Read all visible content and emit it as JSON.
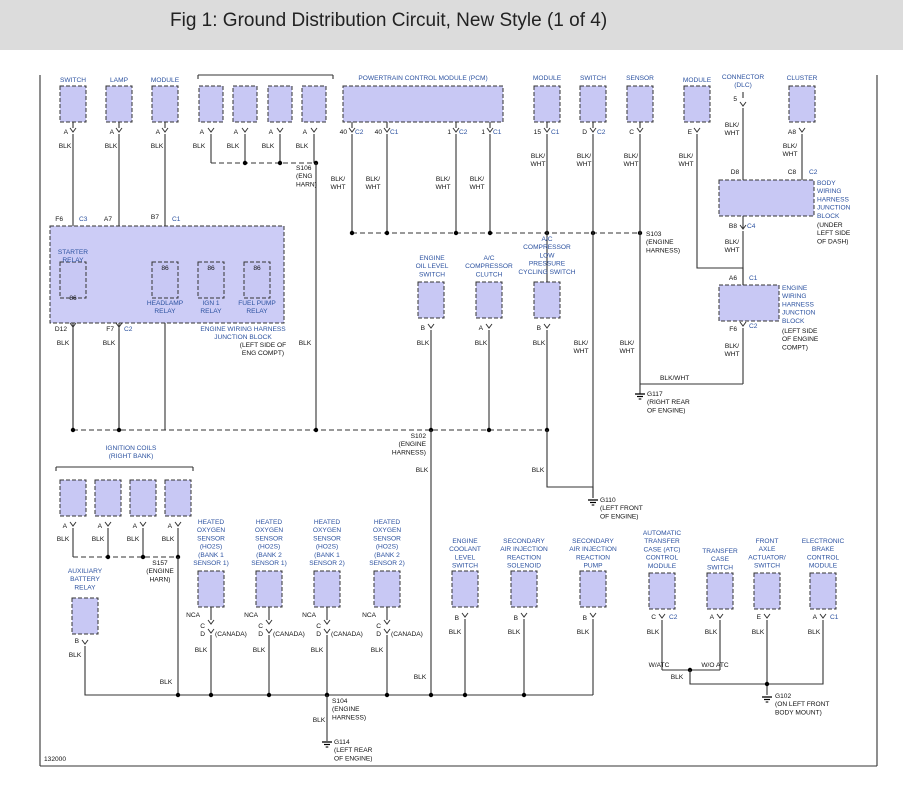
{
  "title": "Fig 1: Ground Distribution Circuit, New Style (1 of 4)",
  "figure_id": "132000",
  "colors": {
    "component_fill": "#c8c8f4",
    "label_blue": "#2c52a0",
    "wire": "#333333",
    "block_fill": "#ccccf6",
    "title_bar": "#dcdcdc"
  },
  "top_components": {
    "switch": {
      "label": "SWITCH",
      "pin": "A",
      "wire": "BLK"
    },
    "lamp": {
      "label": "LAMP",
      "pin": "A",
      "wire": "BLK"
    },
    "module": {
      "label": "MODULE",
      "pin": "A",
      "wire": "BLK"
    },
    "pcm": {
      "label": "POWERTRAIN CONTROL MODULE (PCM)",
      "pins": [
        "40",
        "40",
        "1",
        "1"
      ],
      "connectors": [
        "C2",
        "C1",
        "C2",
        "C1"
      ]
    },
    "module2": {
      "label": "MODULE",
      "pin": "15",
      "connector": "C1",
      "wire": "BLK/\nWHT"
    },
    "switch2": {
      "label": "SWITCH",
      "pin": "D",
      "connector": "C2",
      "wire": "BLK/\nWHT"
    },
    "sensor": {
      "label": "SENSOR",
      "pin": "C",
      "wire": "BLK/\nWHT"
    },
    "module3": {
      "label": "MODULE",
      "pin": "E",
      "wire": "BLK/\nWHT"
    },
    "dlc": {
      "label": "CONNECTOR\n(DLC)",
      "pin": "5",
      "wire": "BLK/\nWHT"
    },
    "cluster": {
      "label": "CLUSTER",
      "pin": "A8",
      "wire": "BLK/\nWHT"
    }
  },
  "splices": {
    "s106": "S106\n(ENG\nHARN)",
    "s103": "S103\n(ENGINE\nHARNESS)",
    "s102": "S102\n(ENGINE\nHARNESS)",
    "s157": "S157\n(ENGINE\nHARN)",
    "s104": "S104\n(ENGINE\nHARNESS)"
  },
  "grounds": {
    "g117": "G117\n(RIGHT REAR\nOF ENGINE)",
    "g110": "G110\n(LEFT FRONT\nOF ENGINE)",
    "g114": "G114\n(LEFT REAR\nOF ENGINE)",
    "g102": "G102\n(ON LEFT FRONT\nBODY MOUNT)"
  },
  "junction_block": {
    "relays": [
      "STARTER\nRELAY",
      "HEADLAMP\nRELAY",
      "IGN 1\nRELAY",
      "FUEL PUMP\nRELAY"
    ],
    "relay_pin": "86",
    "label": "ENGINE WIRING HARNESS\nJUNCTION BLOCK",
    "location": "(LEFT SIDE OF\nENG COMPT)",
    "pins_top": [
      "F6",
      "A7",
      "B7"
    ],
    "pins_top_connectors": [
      "C3",
      "C1"
    ],
    "pins_bottom": [
      "D12",
      "F7"
    ],
    "pins_bottom_connector": "C2"
  },
  "body_block": {
    "label": "BODY\nWIRING\nHARNESS\nJUNCTION\nBLOCK",
    "location": "(UNDER\nLEFT SIDE\nOF DASH)",
    "pins": [
      "D8",
      "C8",
      "B8"
    ],
    "connectors": [
      "C2",
      "C4"
    ]
  },
  "engine_block": {
    "label": "ENGINE\nWIRING\nHARNESS\nJUNCTION\nBLOCK",
    "location": "(LEFT SIDE\nOF ENGINE\nCOMPT)",
    "pins": [
      "A6",
      "F6"
    ],
    "connectors": [
      "C1",
      "C2"
    ]
  },
  "mid_components": {
    "oil_level": {
      "label": "ENGINE\nOIL LEVEL\nSWITCH",
      "pin": "B"
    },
    "ac_clutch": {
      "label": "A/C\nCOMPRESSOR\nCLUTCH",
      "pin": "A"
    },
    "ac_low": {
      "label": "A/C\nCOMPRESSOR\nLOW\nPRESSURE\nCYCLING SWITCH",
      "pin": "B"
    }
  },
  "ignition_coils": {
    "label": "IGNITION COILS\n(RIGHT BANK)",
    "pins": [
      "A",
      "A",
      "A",
      "A"
    ]
  },
  "bottom_components": {
    "aux_relay": {
      "label": "AUXILIARY\nBATTERY\nRELAY",
      "pin": "B"
    },
    "ho2s": [
      {
        "label": "HEATED\nOXYGEN\nSENSOR\n(HO2S)\n(BANK 1\nSENSOR 1)"
      },
      {
        "label": "HEATED\nOXYGEN\nSENSOR\n(HO2S)\n(BANK 2\nSENSOR 1)"
      },
      {
        "label": "HEATED\nOXYGEN\nSENSOR\n(HO2S)\n(BANK 1\nSENSOR 2)"
      },
      {
        "label": "HEATED\nOXYGEN\nSENSOR\n(HO2S)\n(BANK 2\nSENSOR 2)"
      }
    ],
    "ho2s_pins": {
      "nca": "NCA",
      "c": "C",
      "d": "D",
      "canada": "(CANADA)"
    },
    "coolant": {
      "label": "ENGINE\nCOOLANT\nLEVEL\nSWITCH",
      "pin": "B"
    },
    "air_solenoid": {
      "label": "SECONDARY\nAIR INJECTION\nREACTION\nSOLENOID",
      "pin": "B"
    },
    "air_pump": {
      "label": "SECONDARY\nAIR INJECTION\nREACTION\nPUMP",
      "pin": "B"
    },
    "atc": {
      "label": "AUTOMATIC\nTRANSFER\nCASE (ATC)\nCONTROL\nMODULE",
      "pin": "C",
      "connector": "C2"
    },
    "tcs": {
      "label": "TRANSFER\nCASE\nSWITCH",
      "pin": "A"
    },
    "axle": {
      "label": "FRONT\nAXLE\nACTUATOR/\nSWITCH",
      "pin": "E"
    },
    "ebcm": {
      "label": "ELECTRONIC\nBRAKE\nCONTROL\nMODULE",
      "pin": "A",
      "connector": "C1"
    }
  },
  "wire_colors": {
    "blk": "BLK",
    "blk_wht": "BLK/\nWHT",
    "blk_wht_inline": "BLK/WHT",
    "w_atc": "W/ATC",
    "wo_atc": "W/O ATC"
  }
}
